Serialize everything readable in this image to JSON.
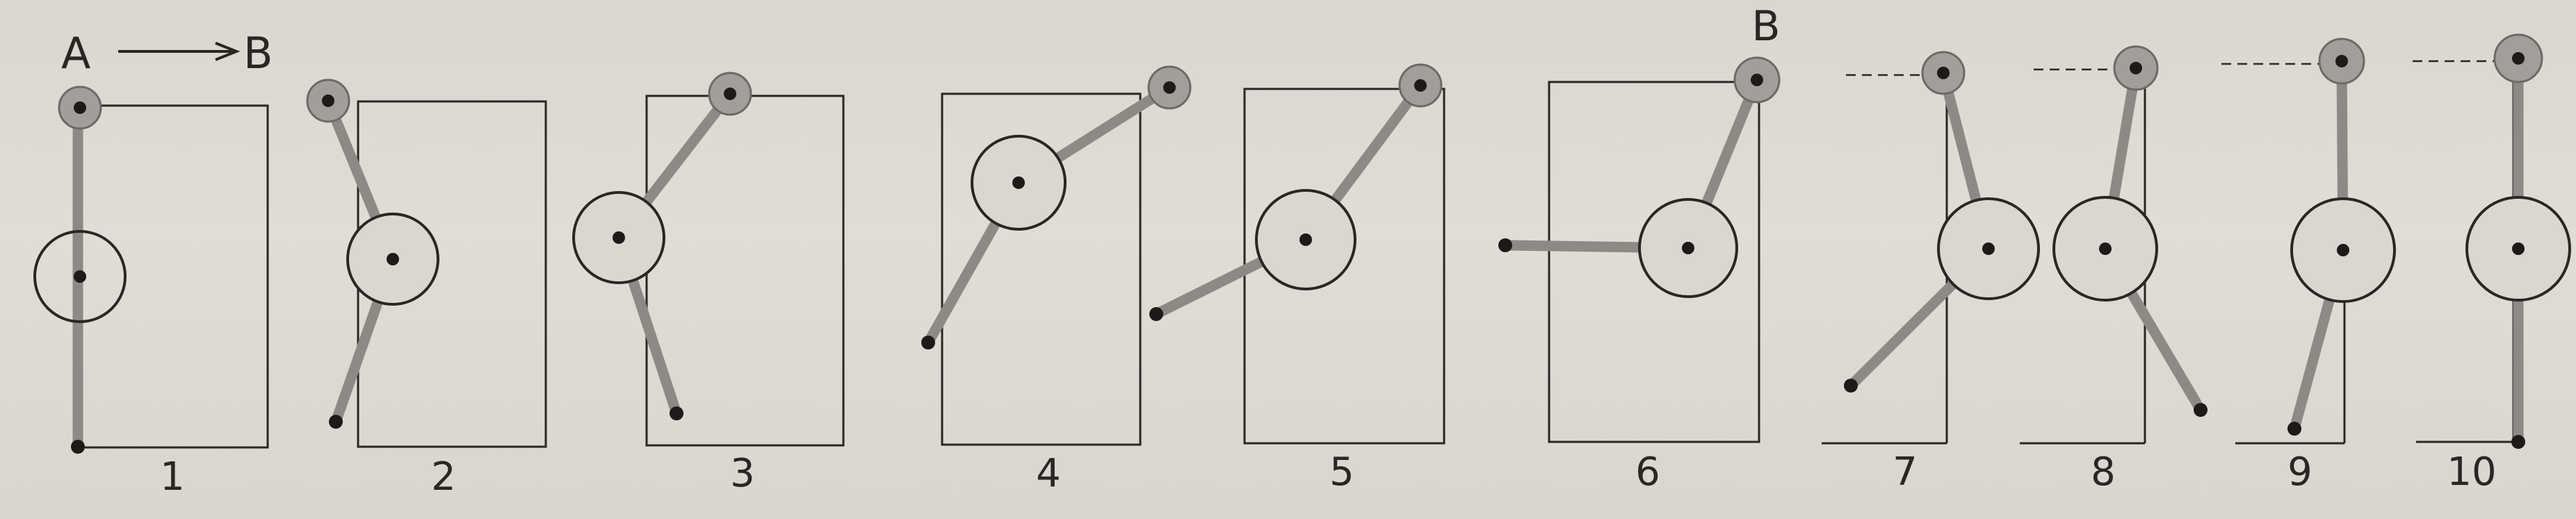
{
  "header": {
    "start_label": "A",
    "end_label": "B",
    "arrow_icon": "arrow-right-icon"
  },
  "frames": [
    {
      "number": "1"
    },
    {
      "number": "2"
    },
    {
      "number": "3"
    },
    {
      "number": "4"
    },
    {
      "number": "5"
    },
    {
      "number": "6",
      "pivot_label": "B"
    },
    {
      "number": "7"
    },
    {
      "number": "8"
    },
    {
      "number": "9"
    },
    {
      "number": "10"
    }
  ],
  "colors": {
    "ink": "#2b2523",
    "graphite": "#8f8986",
    "pivot_shade": "#a49e9a",
    "paper": "#ded8d3"
  }
}
